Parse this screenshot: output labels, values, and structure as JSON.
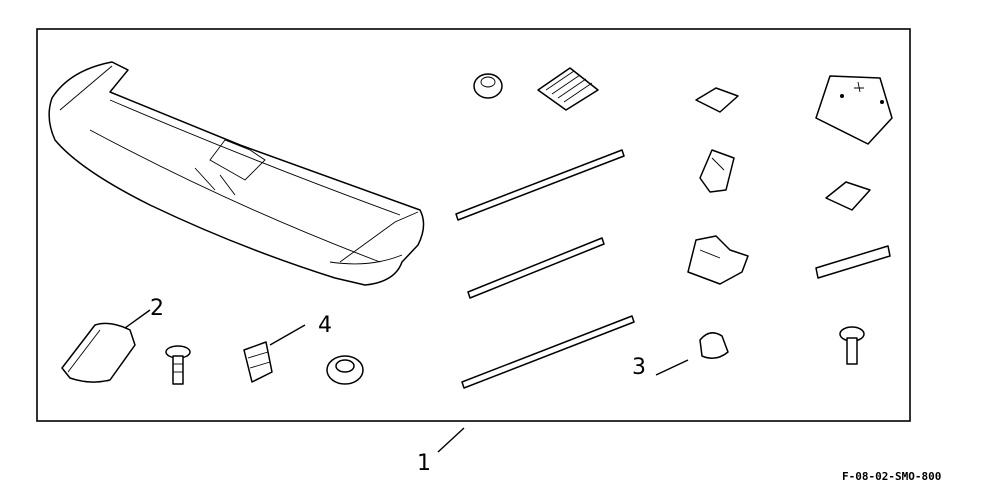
{
  "callouts": {
    "kit": "1",
    "pad": "2",
    "clip_small": "3",
    "nut": "4"
  },
  "drawing_code": "F-08-02-SMO-800"
}
